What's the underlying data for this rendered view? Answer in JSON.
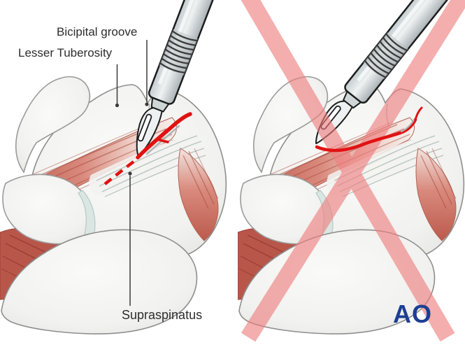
{
  "figure": {
    "description_labels": {
      "bicipital_groove": "Bicipital groove",
      "lesser_tuberosity": "Lesser Tuberosity",
      "supraspinatus": "Supraspinatus"
    },
    "logo": {
      "text": "AO"
    },
    "colors": {
      "incision_red": "#e11212",
      "cross_pink": "#ee7d7d",
      "ao_blue": "#1c3f94",
      "muscle_red": "#c96a5c",
      "muscle_deep_red": "#b5544a",
      "bone_light": "#f1f1ef",
      "outline_gray": "#8f8f8d",
      "label_text": "#2d2d2d"
    },
    "icons": {
      "left_panel": "scalpel-incision-illustration",
      "right_panel": "prohibition-cross-over-illustration"
    }
  }
}
